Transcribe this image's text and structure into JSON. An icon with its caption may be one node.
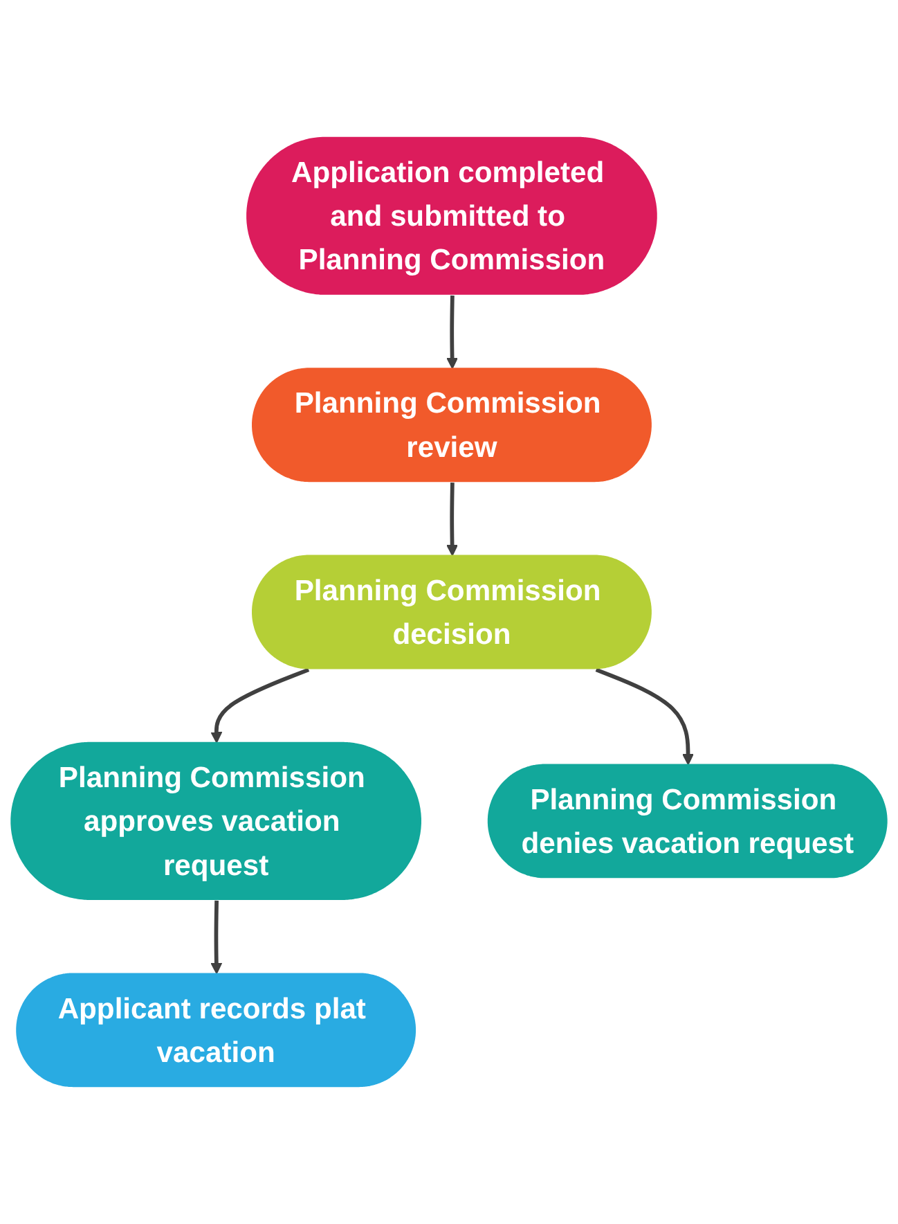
{
  "diagram": {
    "nodes": [
      {
        "text": [
          "Application completed and submitted to Planning Commission"
        ]
      },
      {
        "text": [
          "Planning Commission review"
        ]
      },
      {
        "text": [
          "Planning Commission decision"
        ]
      },
      {
        "text": [
          "Planning Commission approves vacation request"
        ]
      },
      {
        "text": [
          "Planning Commission denies vacation request"
        ]
      },
      {
        "text": [
          "Applicant records plat vacation"
        ]
      }
    ],
    "edges": [
      {
        "from": 0,
        "to": 1,
        "arrow": "to"
      },
      {
        "from": 1,
        "to": 2,
        "arrow": "to"
      },
      {
        "from": 2,
        "to": 3,
        "arrow": "to"
      },
      {
        "from": 2,
        "to": 4,
        "arrow": "to"
      },
      {
        "from": 3,
        "to": 5,
        "arrow": "to"
      }
    ]
  }
}
